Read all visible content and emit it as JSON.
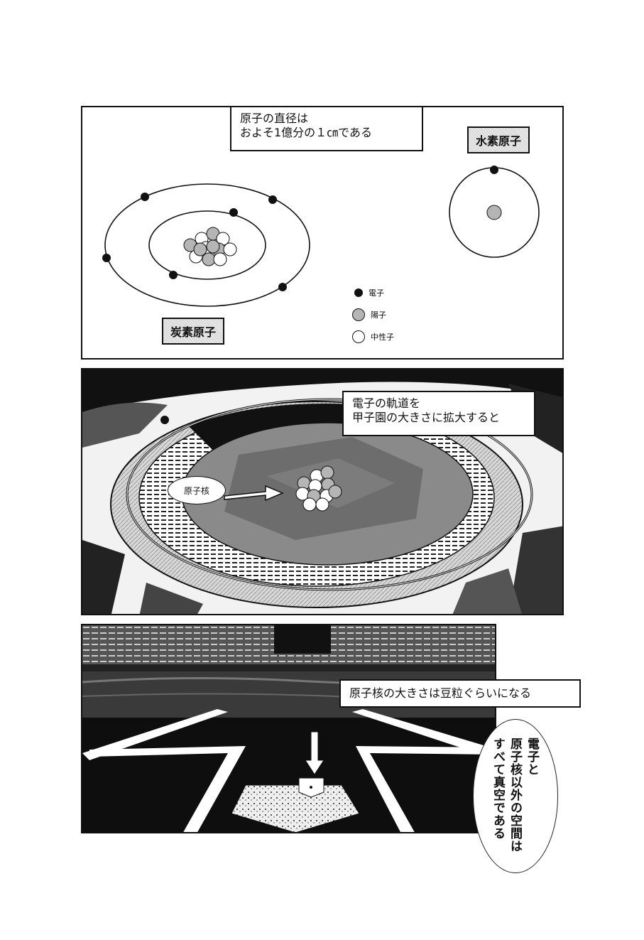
{
  "panel1": {
    "caption_line1": "原子の直径は",
    "caption_line2": "およそ1億分の１㎝である",
    "hydrogen_label": "水素原子",
    "carbon_label": "炭素原子",
    "legend": [
      {
        "label": "電子",
        "color": "#111111"
      },
      {
        "label": "陽子",
        "color": "#b5b5b5"
      },
      {
        "label": "中性子",
        "color": "#ffffff"
      }
    ]
  },
  "panel2": {
    "caption_line1": "電子の軌道を",
    "caption_line2": "甲子園の大きさに拡大すると",
    "nucleus_label": "原子核"
  },
  "panel3": {
    "caption": "原子核の大きさは豆粒ぐらいになる"
  },
  "bubble": {
    "line1": "電子と",
    "line2": "原子核以外の空間は",
    "line3": "すべて真空である"
  }
}
